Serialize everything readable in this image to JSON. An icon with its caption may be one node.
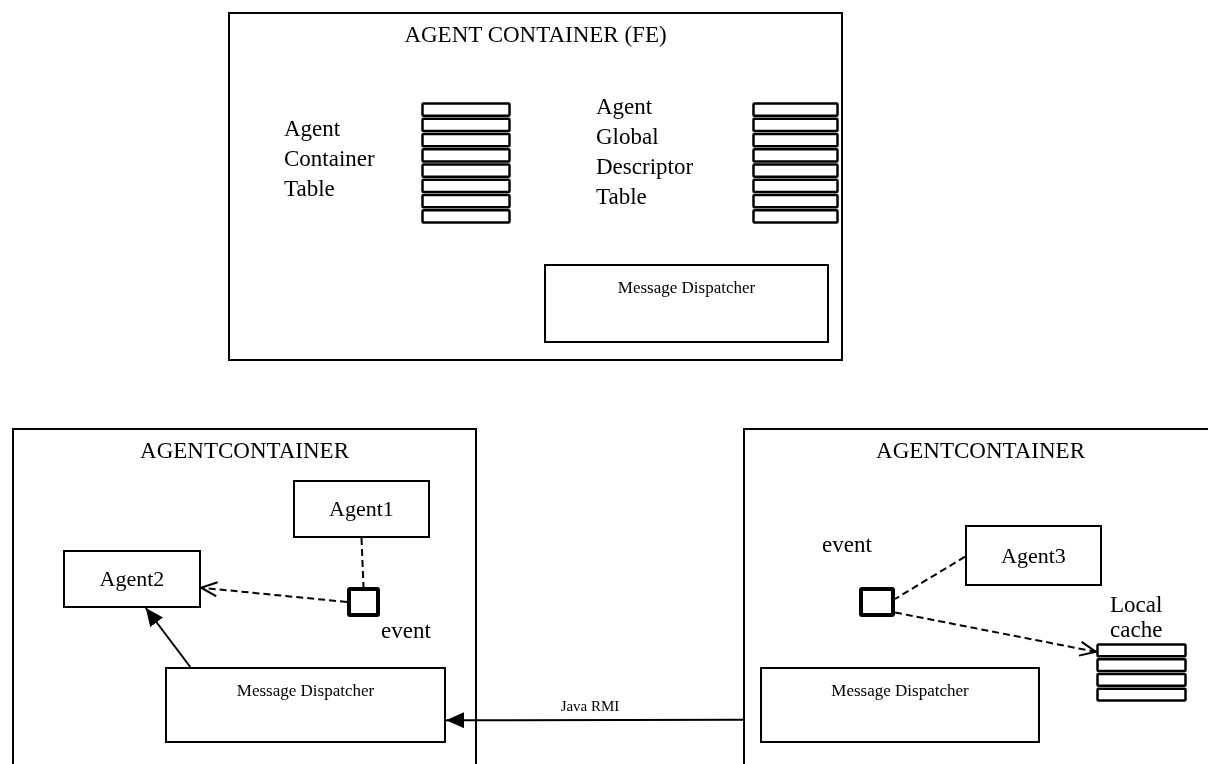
{
  "diagram": {
    "nodes": [
      {
        "text": [
          "AGENT CONTAINER (FE)"
        ]
      },
      {
        "text": [],
        "shape": "table",
        "in": 0,
        "beside": [
          "Agent Container Table"
        ]
      },
      {
        "text": [],
        "shape": "table",
        "in": 0,
        "beside": [
          "Agent Global Descriptor Table"
        ]
      },
      {
        "text": [
          "Message Dispatcher"
        ],
        "in": 0
      },
      {
        "text": [
          "AGENTCONTAINER"
        ]
      },
      {
        "text": [
          "Agent1"
        ],
        "in": 4
      },
      {
        "text": [
          "Agent2"
        ],
        "in": 4
      },
      {
        "text": [],
        "shape": "box",
        "in": 4,
        "beside": [
          "event"
        ]
      },
      {
        "text": [
          "Message Dispatcher"
        ],
        "in": 4
      },
      {
        "text": [
          "AGENTCONTAINER"
        ]
      },
      {
        "text": [],
        "shape": "box",
        "in": 9,
        "beside": [
          "event"
        ]
      },
      {
        "text": [
          "Agent3"
        ],
        "in": 9
      },
      {
        "text": [],
        "shape": "table",
        "in": 9,
        "beside": [
          "Local cache"
        ]
      },
      {
        "text": [
          "Message Dispatcher"
        ],
        "in": 9
      }
    ],
    "edges": [
      {
        "from": 5,
        "to": 7,
        "arrow": "none",
        "style": "dashed"
      },
      {
        "from": 7,
        "to": 6,
        "arrow": "to",
        "style": "dashed"
      },
      {
        "from": 8,
        "to": 6,
        "arrow": "to"
      },
      {
        "from": 9,
        "to": 8,
        "arrow": "to",
        "label": "Java RMI"
      },
      {
        "from": 11,
        "to": 10,
        "arrow": "none",
        "style": "dashed"
      },
      {
        "from": 10,
        "to": 12,
        "arrow": "to",
        "style": "dashed"
      }
    ]
  }
}
